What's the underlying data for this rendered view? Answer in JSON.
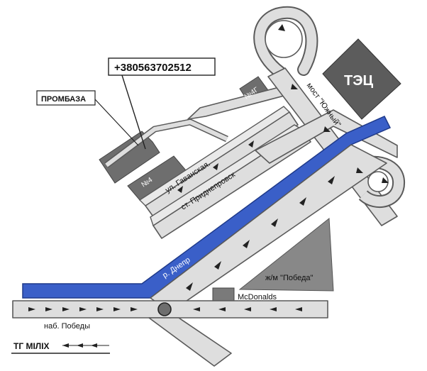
{
  "labels": {
    "phone": "+380563702512",
    "promobaza": "ПРОМБАЗА",
    "tets": "ТЭЦ",
    "bridge": "мост \"Южный\"",
    "building_4g": "№4Г",
    "building_4": "№4",
    "gavanskaya": "ул. Гаванская.",
    "station": "ст. Приднепровск",
    "river": "р. Днепр",
    "market": "ж/м \"Победа\"",
    "mcdonalds": "McDonalds",
    "embankment": "наб. Победы",
    "tg_milikh": "ТГ МІЛІХ"
  },
  "icons": {
    "roundabout": "roundabout-circle-icon",
    "direction_arrow": "direction-arrow-icon"
  },
  "colors": {
    "river": "#3a5fc8",
    "road": "#dedede",
    "building": "#6e6e6e",
    "tets_block": "#5c5c5c"
  }
}
